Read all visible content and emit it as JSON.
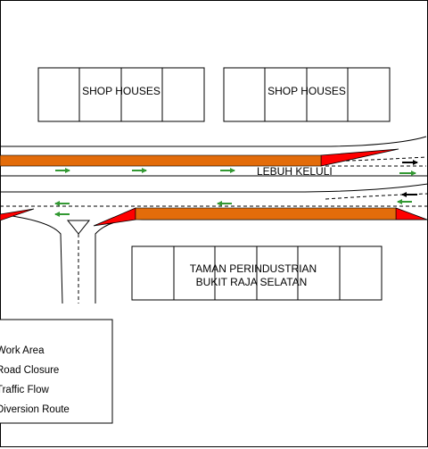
{
  "buildings": {
    "shop_left": "SHOP HOUSES",
    "shop_right": "SHOP HOUSES",
    "taman_line1": "TAMAN PERINDUSTRIAN",
    "taman_line2": "BUKIT RAJA SELATAN"
  },
  "road": {
    "name": "LEBUH KELULI"
  },
  "legend": {
    "items": [
      {
        "label": "Work Area",
        "color": "#ff0000"
      },
      {
        "label": "Road Closure",
        "color": "#e36c0a"
      },
      {
        "label": "Traffic Flow",
        "color": "#339933"
      },
      {
        "label": "Diversion Route",
        "color": "#000000"
      }
    ]
  },
  "colors": {
    "work_area": "#ff0000",
    "road_closure": "#e36c0a",
    "traffic_flow": "#339933",
    "diversion": "#000000",
    "line": "#000000"
  }
}
